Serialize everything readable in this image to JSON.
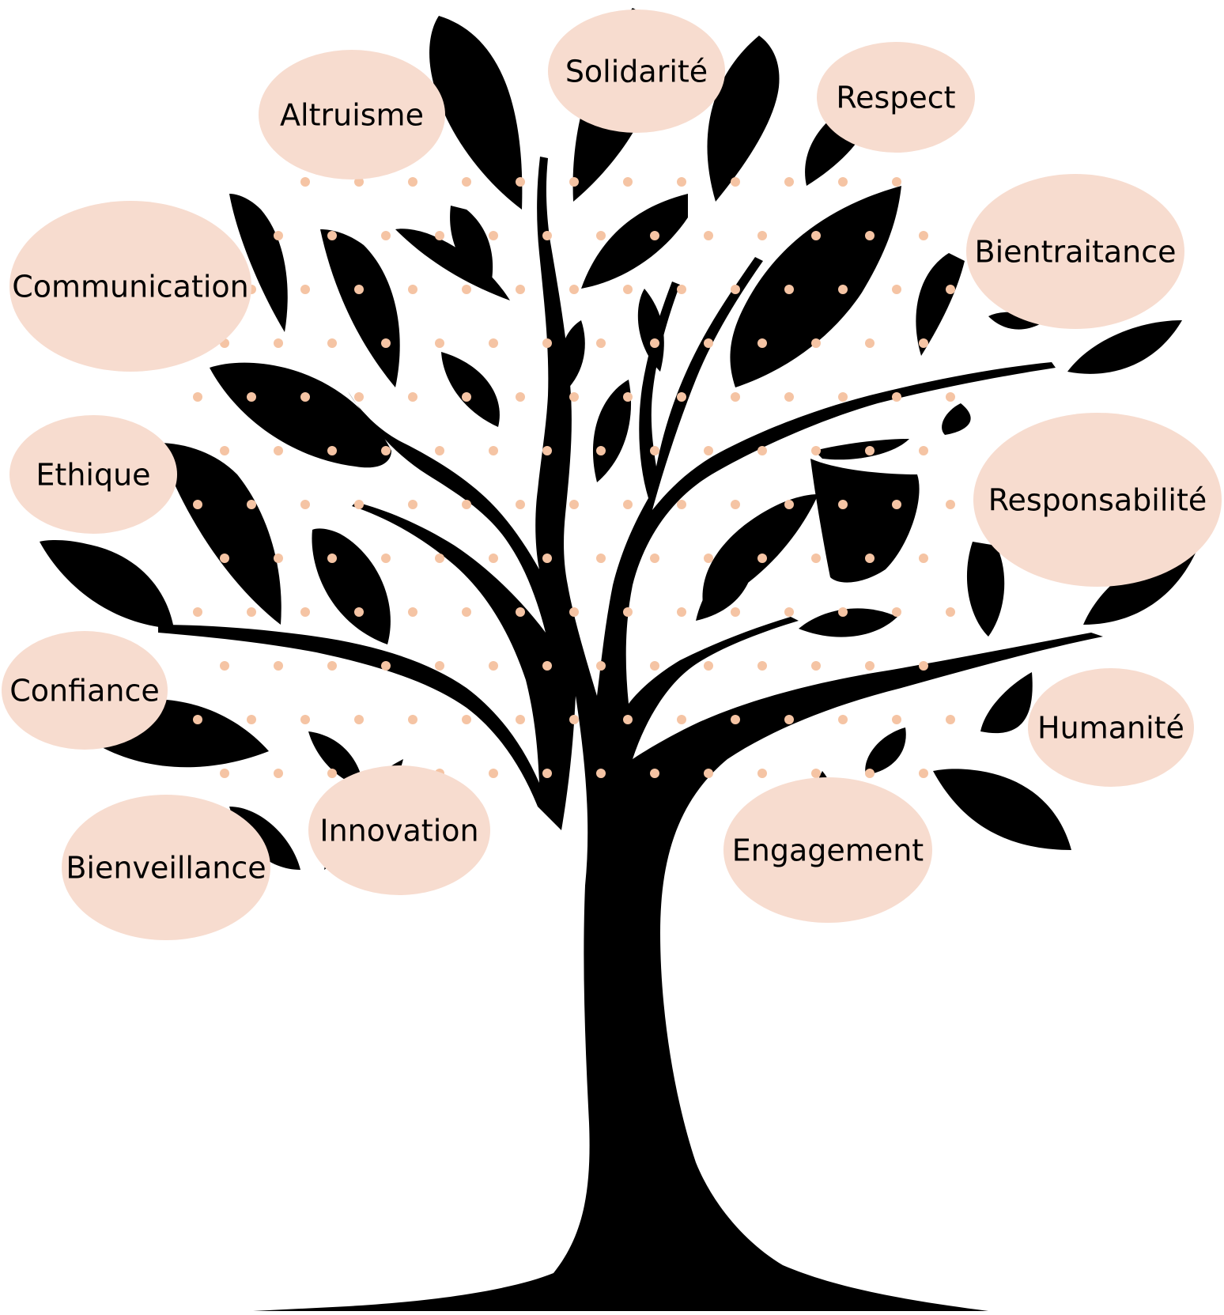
{
  "colors": {
    "tree": "#000000",
    "bubble": "#f7dccf",
    "dots": "#f5c4a4",
    "label": "#000000",
    "background": "#ffffff"
  },
  "values": [
    {
      "id": "solidarite",
      "label": "Solidarité"
    },
    {
      "id": "altruisme",
      "label": "Altruisme"
    },
    {
      "id": "respect",
      "label": "Respect"
    },
    {
      "id": "communication",
      "label": "Communication"
    },
    {
      "id": "bientraitance",
      "label": "Bientraitance"
    },
    {
      "id": "ethique",
      "label": "Ethique"
    },
    {
      "id": "responsabilite",
      "label": "Responsabilité"
    },
    {
      "id": "confiance",
      "label": "Confiance"
    },
    {
      "id": "humanite",
      "label": "Humanité"
    },
    {
      "id": "innovation",
      "label": "Innovation"
    },
    {
      "id": "bienveillance",
      "label": "Bienveillance"
    },
    {
      "id": "engagement",
      "label": "Engagement"
    }
  ]
}
